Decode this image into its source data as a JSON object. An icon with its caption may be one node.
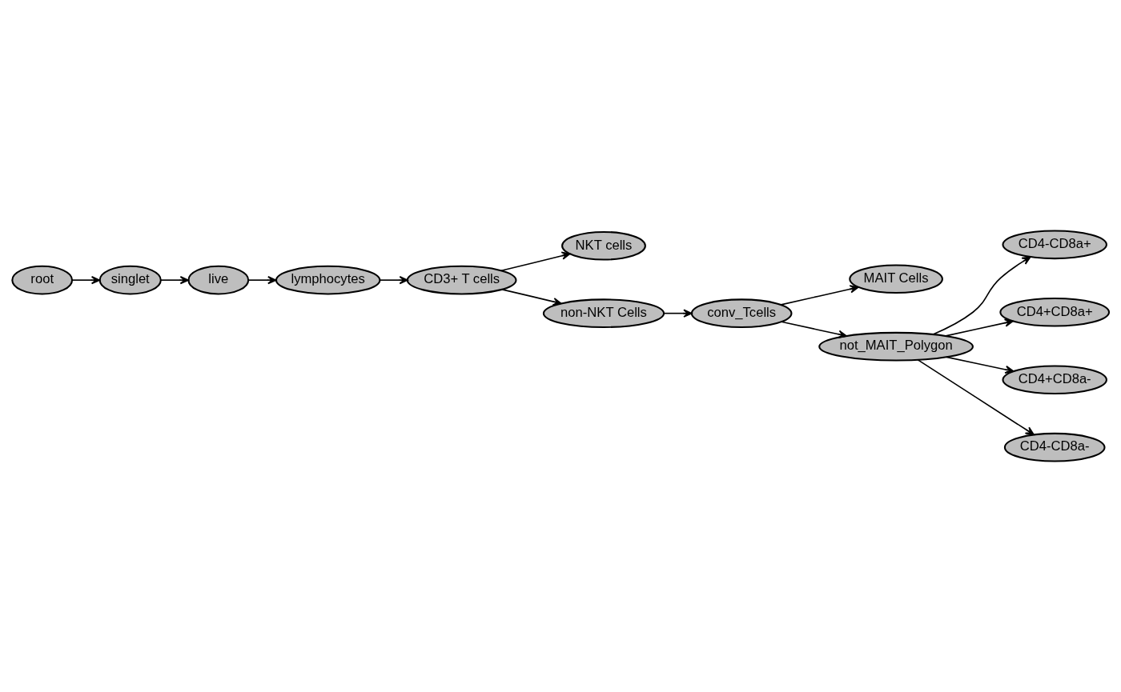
{
  "diagram": {
    "nodes": [
      {
        "text": [
          "root"
        ]
      },
      {
        "text": [
          "singlet"
        ]
      },
      {
        "text": [
          "live"
        ]
      },
      {
        "text": [
          "lymphocytes"
        ]
      },
      {
        "text": [
          "CD3+ T cells"
        ]
      },
      {
        "text": [
          "NKT cells"
        ]
      },
      {
        "text": [
          "non-NKT Cells"
        ]
      },
      {
        "text": [
          "conv_Tcells"
        ]
      },
      {
        "text": [
          "MAIT Cells"
        ]
      },
      {
        "text": [
          "not_MAIT_Polygon"
        ]
      },
      {
        "text": [
          "CD4-CD8a+"
        ]
      },
      {
        "text": [
          "CD4+CD8a+"
        ]
      },
      {
        "text": [
          "CD4+CD8a-"
        ]
      },
      {
        "text": [
          "CD4-CD8a-"
        ]
      }
    ],
    "edges": [
      {
        "from": 0,
        "to": 1,
        "arrow": "to"
      },
      {
        "from": 1,
        "to": 2,
        "arrow": "to"
      },
      {
        "from": 2,
        "to": 3,
        "arrow": "to"
      },
      {
        "from": 3,
        "to": 4,
        "arrow": "to"
      },
      {
        "from": 4,
        "to": 5,
        "arrow": "to"
      },
      {
        "from": 4,
        "to": 6,
        "arrow": "to"
      },
      {
        "from": 6,
        "to": 7,
        "arrow": "to"
      },
      {
        "from": 7,
        "to": 8,
        "arrow": "to"
      },
      {
        "from": 7,
        "to": 9,
        "arrow": "to"
      },
      {
        "from": 9,
        "to": 10,
        "arrow": "to"
      },
      {
        "from": 9,
        "to": 11,
        "arrow": "to"
      },
      {
        "from": 9,
        "to": 12,
        "arrow": "to"
      },
      {
        "from": 9,
        "to": 13,
        "arrow": "to"
      }
    ]
  }
}
